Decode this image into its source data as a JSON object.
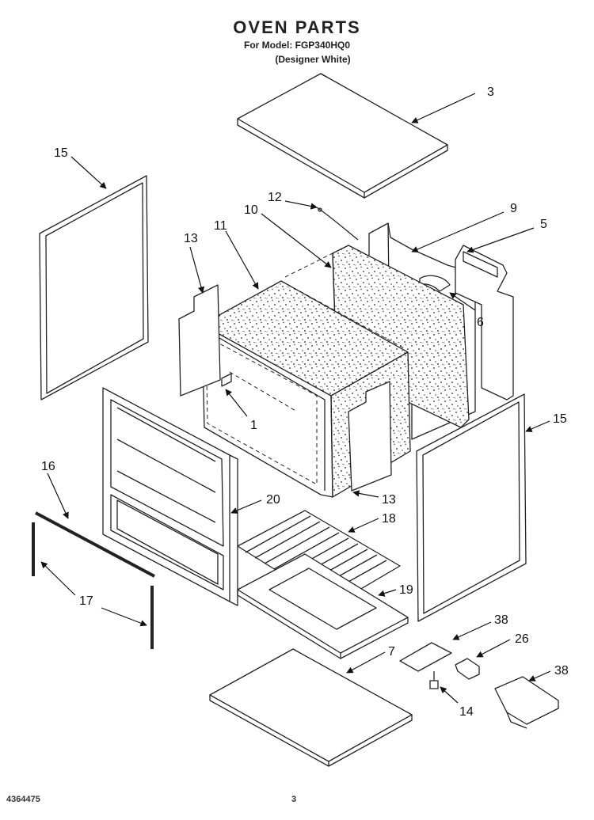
{
  "header": {
    "title": "OVEN PARTS",
    "model_line": "For Model: FGP340HQ0",
    "color_line": "(Designer White)"
  },
  "footer": {
    "part_number": "4364475",
    "page": "3"
  },
  "callouts": [
    {
      "id": "c3",
      "label": "3"
    },
    {
      "id": "c15a",
      "label": "15"
    },
    {
      "id": "c12",
      "label": "12"
    },
    {
      "id": "c10",
      "label": "10"
    },
    {
      "id": "c9",
      "label": "9"
    },
    {
      "id": "c5",
      "label": "5"
    },
    {
      "id": "c13a",
      "label": "13"
    },
    {
      "id": "c11",
      "label": "11"
    },
    {
      "id": "c6",
      "label": "6"
    },
    {
      "id": "c1",
      "label": "1"
    },
    {
      "id": "c15b",
      "label": "15"
    },
    {
      "id": "c13b",
      "label": "13"
    },
    {
      "id": "c16",
      "label": "16"
    },
    {
      "id": "c20",
      "label": "20"
    },
    {
      "id": "c18",
      "label": "18"
    },
    {
      "id": "c19",
      "label": "19"
    },
    {
      "id": "c17",
      "label": "17"
    },
    {
      "id": "c38a",
      "label": "38"
    },
    {
      "id": "c26",
      "label": "26"
    },
    {
      "id": "c7",
      "label": "7"
    },
    {
      "id": "c38b",
      "label": "38"
    },
    {
      "id": "c14",
      "label": "14"
    }
  ]
}
